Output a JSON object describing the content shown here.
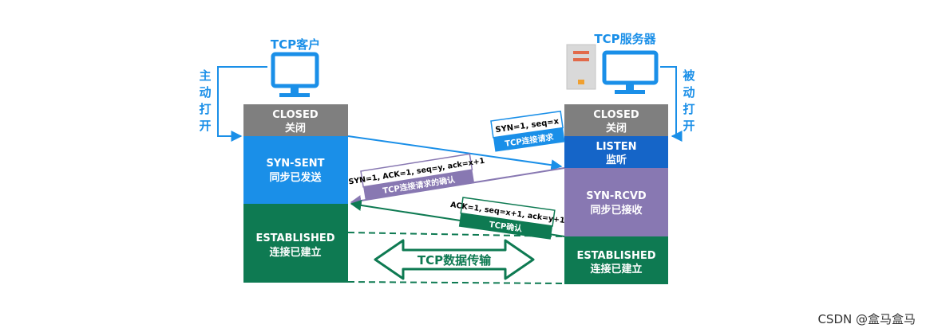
{
  "client": {
    "title": "TCP客户",
    "open_mode": [
      "主",
      "动",
      "打",
      "开"
    ],
    "states": [
      {
        "name": "CLOSED",
        "desc": "关闭"
      },
      {
        "name": "SYN-SENT",
        "desc": "同步已发送"
      },
      {
        "name": "ESTABLISHED",
        "desc": "连接已建立"
      }
    ]
  },
  "server": {
    "title": "TCP服务器",
    "open_mode": [
      "被",
      "动",
      "打",
      "开"
    ],
    "states": [
      {
        "name": "CLOSED",
        "desc": "关闭"
      },
      {
        "name": "LISTEN",
        "desc": "监听"
      },
      {
        "name": "SYN-RCVD",
        "desc": "同步已接收"
      },
      {
        "name": "ESTABLISHED",
        "desc": "连接已建立"
      }
    ]
  },
  "messages": [
    {
      "fields": "SYN=1, seq=x",
      "desc": "TCP连接请求",
      "color": "#1a8fe8"
    },
    {
      "fields": "SYN=1, ACK=1, seq=y, ack=x+1",
      "desc": "TCP连接请求的确认",
      "color": "#8878b2"
    },
    {
      "fields": "ACK=1, seq=x+1, ack=y+1",
      "desc": "TCP确认",
      "color": "#0e7a52"
    }
  ],
  "transfer_label": "TCP数据传输",
  "watermark": "CSDN @盒马盒马",
  "colors": {
    "closed": "#7f7f7f",
    "syn_sent": "#1a8fe8",
    "listen": "#1565c8",
    "syn_rcvd": "#8878b2",
    "established": "#0e7a52",
    "computer": "#1a8fe8"
  }
}
